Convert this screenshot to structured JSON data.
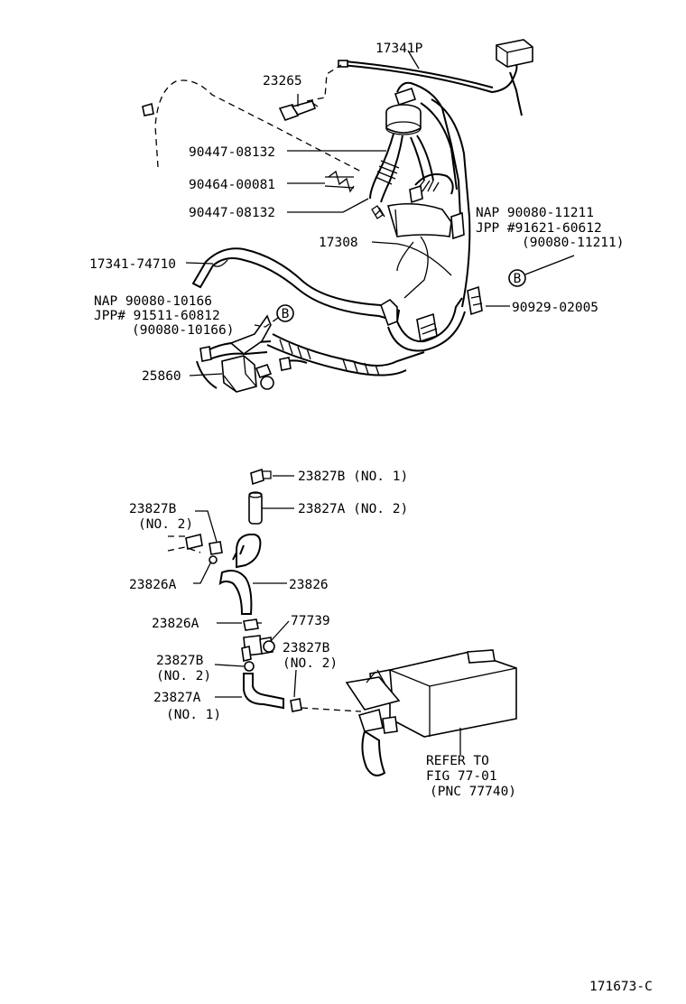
{
  "figure_id": "171673-C",
  "upper_assembly": {
    "labels": {
      "p17341P": "17341P",
      "p23265": "23265",
      "p90447a": "90447-08132",
      "p90464": "90464-00081",
      "p90447b": "90447-08132",
      "p17308": "17308",
      "p17341_74710": "17341-74710",
      "nap_left": "NAP  90080-10166",
      "jpp_left": "JPP# 91511-60812",
      "alt_left": "(90080-10166)",
      "p25860": "25860",
      "nap_right": "NAP   90080-11211",
      "jpp_right": "JPP  #91621-60612",
      "alt_right": "(90080-11211)",
      "p90929": "90929-02005",
      "callout": "B"
    }
  },
  "lower_assembly": {
    "labels": {
      "p23827B_no1": "23827B (NO. 1)",
      "p23827A_no2": "23827A (NO. 2)",
      "p23827B_left": "23827B",
      "no2_left": "(NO. 2)",
      "p23826A_upper": "23826A",
      "p23826": "23826",
      "p23826A_lower": "23826A",
      "p77739": "77739",
      "p23827B_lower": "23827B",
      "no2_lower": "(NO. 2)",
      "p23827B_right": "23827B",
      "no2_right": "(NO. 2)",
      "p23827A_bottom": "23827A",
      "no1_bottom": "(NO. 1)",
      "refer_to": "REFER TO",
      "fig_ref": "FIG 77-01",
      "pnc_ref": "(PNC 77740)"
    }
  }
}
